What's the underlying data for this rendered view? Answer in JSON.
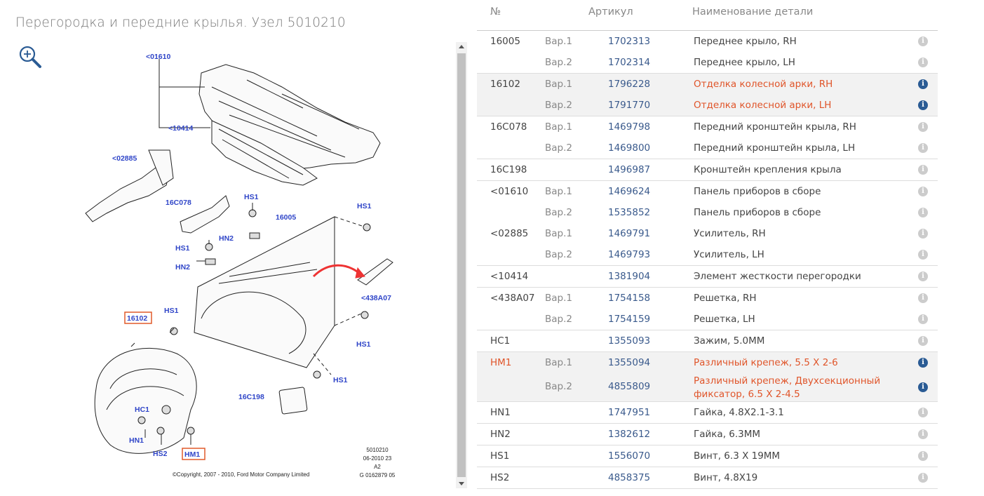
{
  "title": "Перегородка и передние крылья. Узел 5010210",
  "zoom_icon": "zoom-in-icon",
  "colors": {
    "link": "#3a5a8c",
    "highlight": "#e0552a",
    "info_active": "#2a5b94",
    "info_inactive": "#cccccc"
  },
  "table": {
    "headers": {
      "num": "№",
      "article": "Артикул",
      "name": "Наименование детали"
    },
    "info_glyph": "i",
    "groups": [
      {
        "highlight": false,
        "rows": [
          {
            "num": "16005",
            "var": "Вар.1",
            "article": "1702313",
            "name": "Переднее крыло, RH"
          },
          {
            "num": "",
            "var": "Вар.2",
            "article": "1702314",
            "name": "Переднее крыло, LH"
          }
        ]
      },
      {
        "highlight": true,
        "rows": [
          {
            "num": "16102",
            "var": "Вар.1",
            "article": "1796228",
            "name": "Отделка колесной арки, RH"
          },
          {
            "num": "",
            "var": "Вар.2",
            "article": "1791770",
            "name": "Отделка колесной арки, LH"
          }
        ]
      },
      {
        "highlight": false,
        "rows": [
          {
            "num": "16C078",
            "var": "Вар.1",
            "article": "1469798",
            "name": "Передний кронштейн крыла, RH"
          },
          {
            "num": "",
            "var": "Вар.2",
            "article": "1469800",
            "name": "Передний кронштейн крыла, LH"
          }
        ]
      },
      {
        "highlight": false,
        "rows": [
          {
            "num": "16C198",
            "var": "",
            "article": "1496987",
            "name": "Кронштейн крепления крыла"
          }
        ]
      },
      {
        "highlight": false,
        "rows": [
          {
            "num": "<01610",
            "var": "Вар.1",
            "article": "1469624",
            "name": "Панель приборов в сборе"
          },
          {
            "num": "",
            "var": "Вар.2",
            "article": "1535852",
            "name": "Панель приборов в сборе"
          },
          {
            "num": "<02885",
            "var": "Вар.1",
            "article": "1469791",
            "name": "Усилитель, RH"
          },
          {
            "num": "",
            "var": "Вар.2",
            "article": "1469793",
            "name": "Усилитель, LH"
          }
        ]
      },
      {
        "highlight": false,
        "rows": [
          {
            "num": "<10414",
            "var": "",
            "article": "1381904",
            "name": "Элемент жесткости перегородки"
          }
        ]
      },
      {
        "highlight": false,
        "rows": [
          {
            "num": "<438A07",
            "var": "Вар.1",
            "article": "1754158",
            "name": "Решетка, RH"
          },
          {
            "num": "",
            "var": "Вар.2",
            "article": "1754159",
            "name": "Решетка, LH"
          }
        ]
      },
      {
        "highlight": false,
        "rows": [
          {
            "num": "HC1",
            "var": "",
            "article": "1355093",
            "name": "Зажим, 5.0MM"
          }
        ]
      },
      {
        "highlight": true,
        "rows": [
          {
            "num": "HM1",
            "var": "Вар.1",
            "article": "1355094",
            "name": "Различный крепеж, 5.5 X 2-6"
          },
          {
            "num": "",
            "var": "Вар.2",
            "article": "4855809",
            "name": "Различный крепеж, Двухсекционный фиксатор, 6.5 X 2-4.5",
            "tall": true
          }
        ]
      },
      {
        "highlight": false,
        "rows": [
          {
            "num": "HN1",
            "var": "",
            "article": "1747951",
            "name": "Гайка, 4.8X2.1-3.1"
          }
        ]
      },
      {
        "highlight": false,
        "rows": [
          {
            "num": "HN2",
            "var": "",
            "article": "1382612",
            "name": "Гайка, 6.3MM"
          }
        ]
      },
      {
        "highlight": false,
        "rows": [
          {
            "num": "HS1",
            "var": "",
            "article": "1556070",
            "name": "Винт, 6.3 X 19MM"
          }
        ]
      },
      {
        "highlight": false,
        "rows": [
          {
            "num": "HS2",
            "var": "",
            "article": "4858375",
            "name": "Винт, 4.8X19"
          }
        ]
      }
    ]
  },
  "diagram": {
    "labels": [
      "<01610",
      "<10414",
      "<02885",
      "16C078",
      "HS1",
      "16005",
      "HS1",
      "HN2",
      "HS1",
      "HN2",
      "<438A07",
      "16102",
      "HS1",
      "HS1",
      "HS1",
      "HC1",
      "HN1",
      "HS2",
      "HM1",
      "16C198"
    ],
    "boxed": [
      "16102",
      "HM1"
    ],
    "footer": [
      "5010210",
      "06-2010 23",
      "A2",
      "G 0162879 05"
    ],
    "copyright": "©Copyright, 2007 - 2010, Ford Motor Company Limited"
  }
}
